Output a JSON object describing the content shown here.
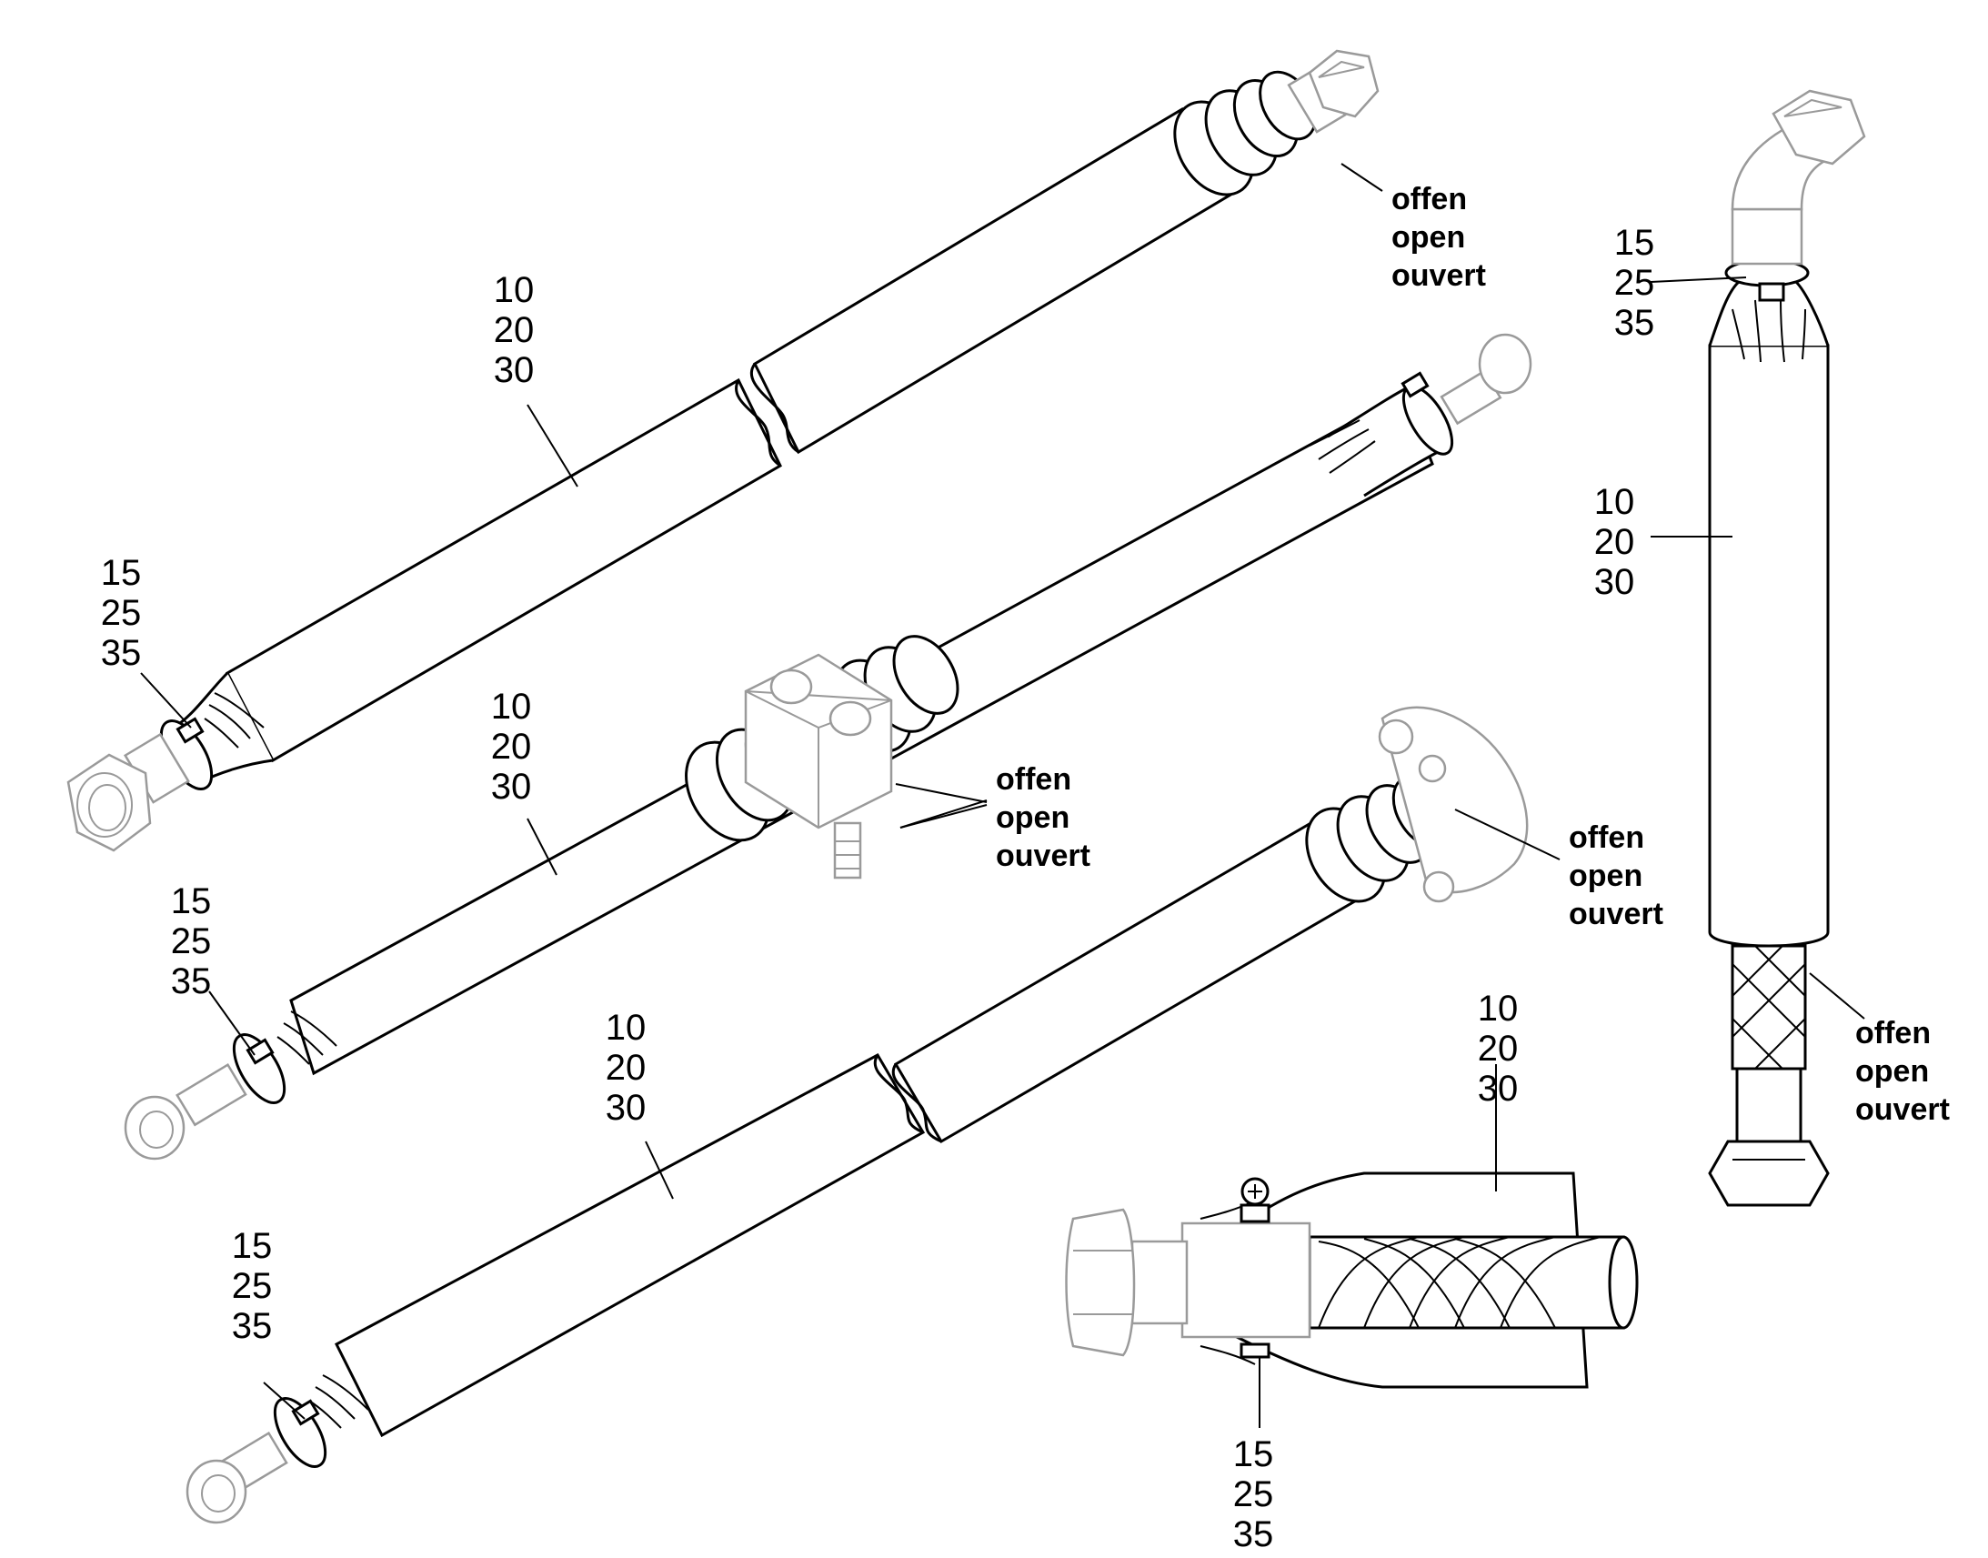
{
  "labels": {
    "hose_codes": [
      "10",
      "20",
      "30"
    ],
    "clamp_codes": [
      "15",
      "25",
      "35"
    ],
    "open_end": [
      "offen",
      "open",
      "ouvert"
    ]
  }
}
